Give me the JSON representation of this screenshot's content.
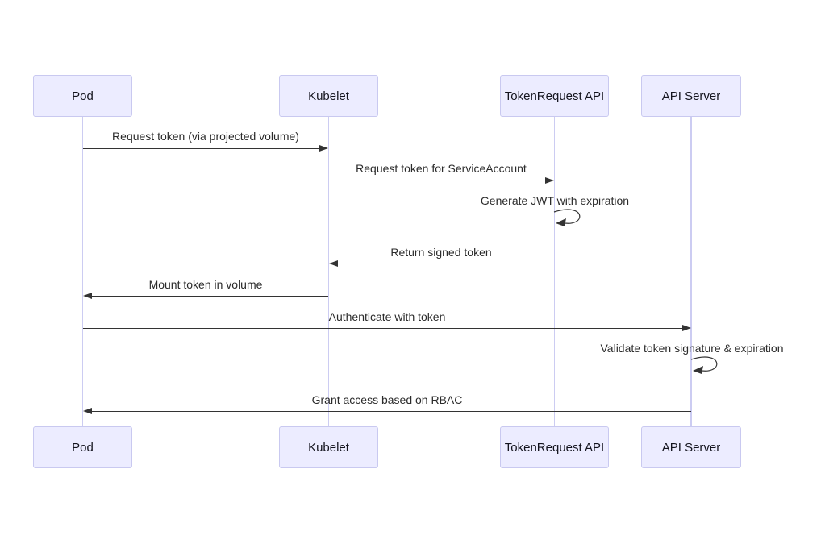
{
  "diagram": {
    "type": "sequence-diagram",
    "topic": "Kubernetes ServiceAccount token flow",
    "actors": [
      {
        "name": "Pod"
      },
      {
        "name": "Kubelet"
      },
      {
        "name": "TokenRequest API"
      },
      {
        "name": "API Server"
      }
    ],
    "messages": [
      {
        "from": "Pod",
        "to": "Kubelet",
        "kind": "solid-arrow",
        "text": "Request token (via projected volume)"
      },
      {
        "from": "Kubelet",
        "to": "TokenRequest API",
        "kind": "solid-arrow",
        "text": "Request token for ServiceAccount"
      },
      {
        "from": "TokenRequest API",
        "to": "TokenRequest API",
        "kind": "self-loop",
        "text": "Generate JWT with expiration"
      },
      {
        "from": "TokenRequest API",
        "to": "Kubelet",
        "kind": "solid-arrow",
        "text": "Return signed token"
      },
      {
        "from": "Kubelet",
        "to": "Pod",
        "kind": "solid-arrow",
        "text": "Mount token in volume"
      },
      {
        "from": "Pod",
        "to": "API Server",
        "kind": "solid-arrow",
        "text": "Authenticate with token"
      },
      {
        "from": "API Server",
        "to": "API Server",
        "kind": "self-loop",
        "text": "Validate token signature & expiration"
      },
      {
        "from": "API Server",
        "to": "Pod",
        "kind": "solid-arrow",
        "text": "Grant access based on RBAC"
      }
    ],
    "colors": {
      "background": "#FFFFFF",
      "actor_fill": "#ECECFF",
      "actor_border": "#C9C9F0",
      "lifeline": "#CCCCF2",
      "message_line": "#333333",
      "message_text": "#2B2B2B",
      "actor_text": "#14141E"
    }
  }
}
